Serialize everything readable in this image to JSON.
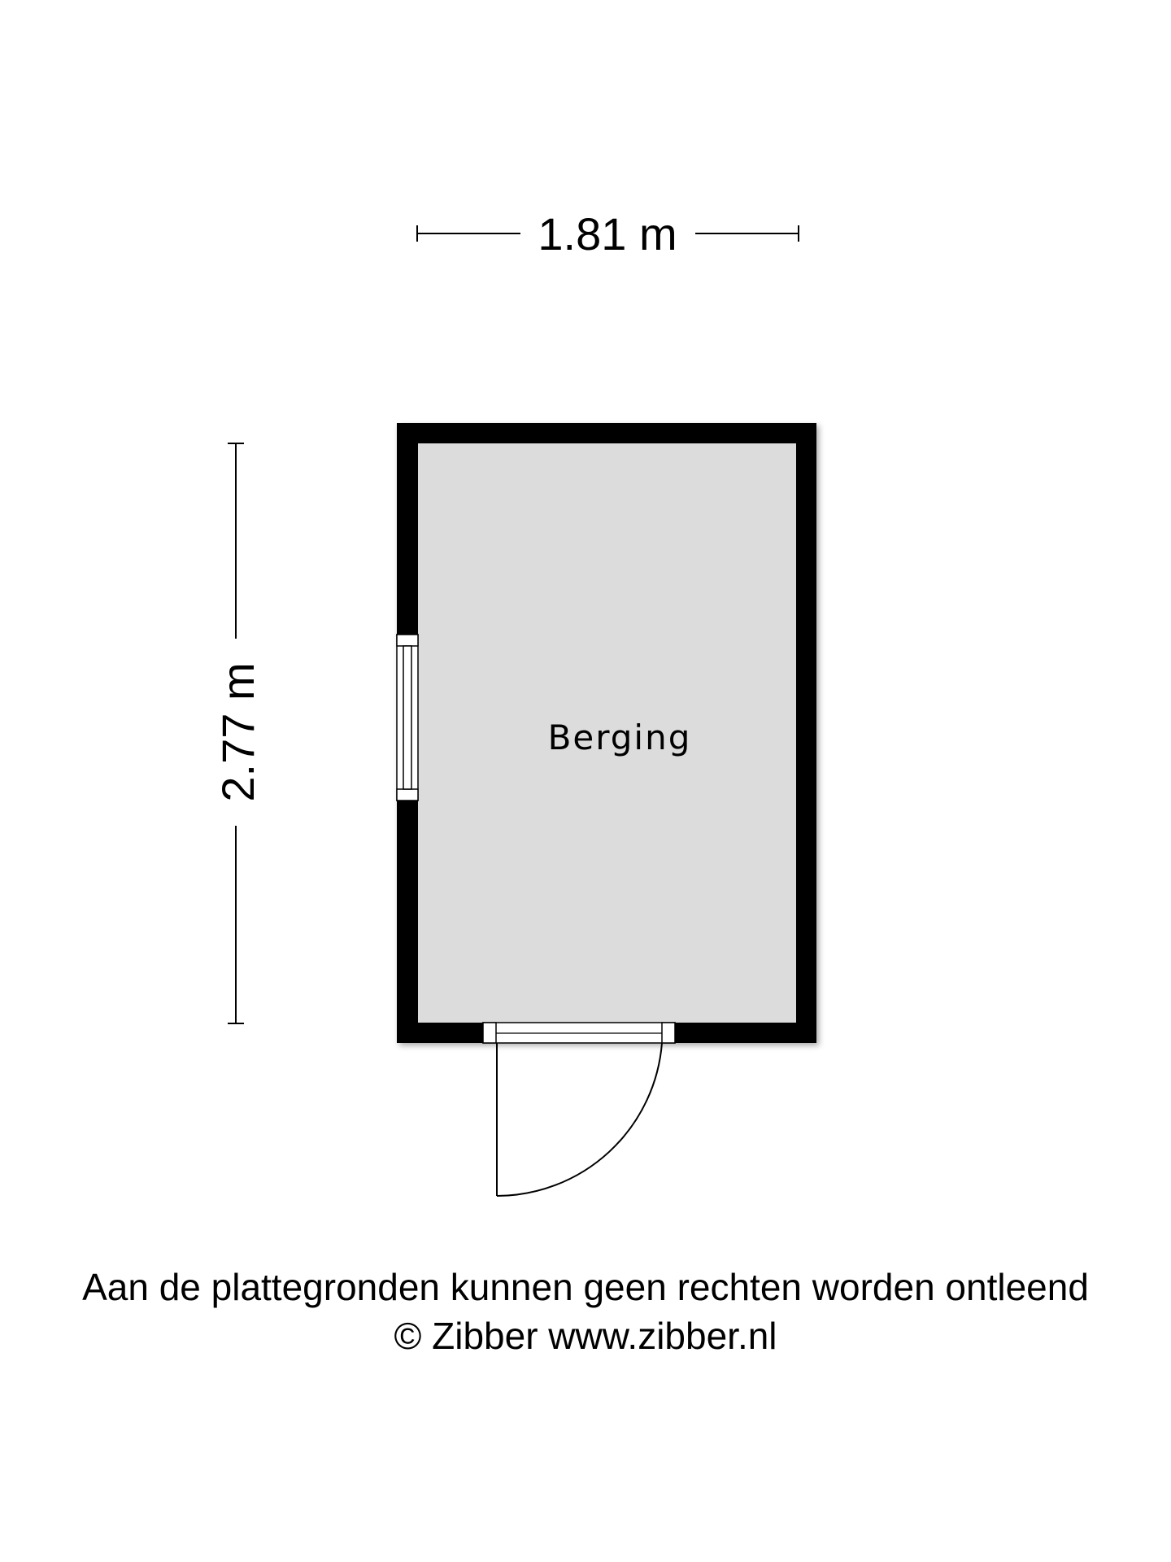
{
  "dimensions": {
    "width": "1.81 m",
    "height": "2.77 m"
  },
  "room": {
    "name": "Berging"
  },
  "footer": {
    "disclaimer": "Aan de plattegronden kunnen geen rechten worden ontleend",
    "credit": "© Zibber www.zibber.nl"
  },
  "colors": {
    "wall": "#000000",
    "floor": "#dcdcdc",
    "background": "#ffffff"
  }
}
